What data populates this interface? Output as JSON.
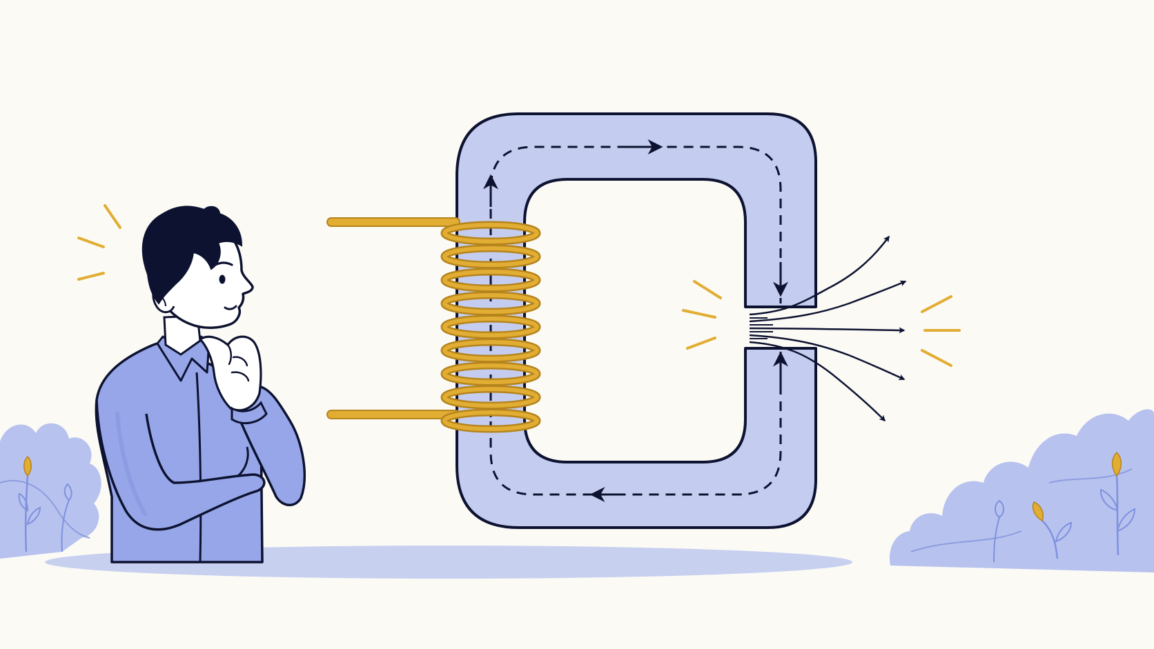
{
  "diagram": {
    "kind": "electromagnet-core-with-air-gap",
    "core": {
      "shape": "rounded-rectangular-loop",
      "gap_side": "right",
      "flux_path": "dashed-loop-with-arrows",
      "flux_direction": "clockwise"
    },
    "coil": {
      "turns": 9,
      "leads": 2,
      "position": "left-limb"
    },
    "fringing_field": {
      "arrow_count": 5,
      "direction": "outward-right"
    },
    "observer": {
      "pose": "thinking-hand-on-chin",
      "shirt": "blue-collared"
    },
    "spark_marks": [
      "observer-head",
      "gap-left",
      "gap-right"
    ],
    "decoration": [
      "bush-left",
      "bush-right",
      "ground-shadow"
    ]
  },
  "colors": {
    "background": "#fbfaf5",
    "core_fill": "#c4cdef",
    "core_fill_light": "#d4dbf5",
    "outline": "#0d1230",
    "copper": "#e2ad33",
    "copper_dark": "#b5841c",
    "shirt": "#96a6e8",
    "shirt_shadow": "#7f91de",
    "hair": "#0d1230",
    "skin": "#ffffff",
    "bush": "#b7c2ee",
    "bush_dark": "#8d9de0",
    "ground": "#c8d0f0",
    "spark": "#e2ad33"
  },
  "icons": {
    "flux_arrow": "arrowhead-icon",
    "spark": "spark-lines-icon",
    "flower": "bud-icon"
  }
}
